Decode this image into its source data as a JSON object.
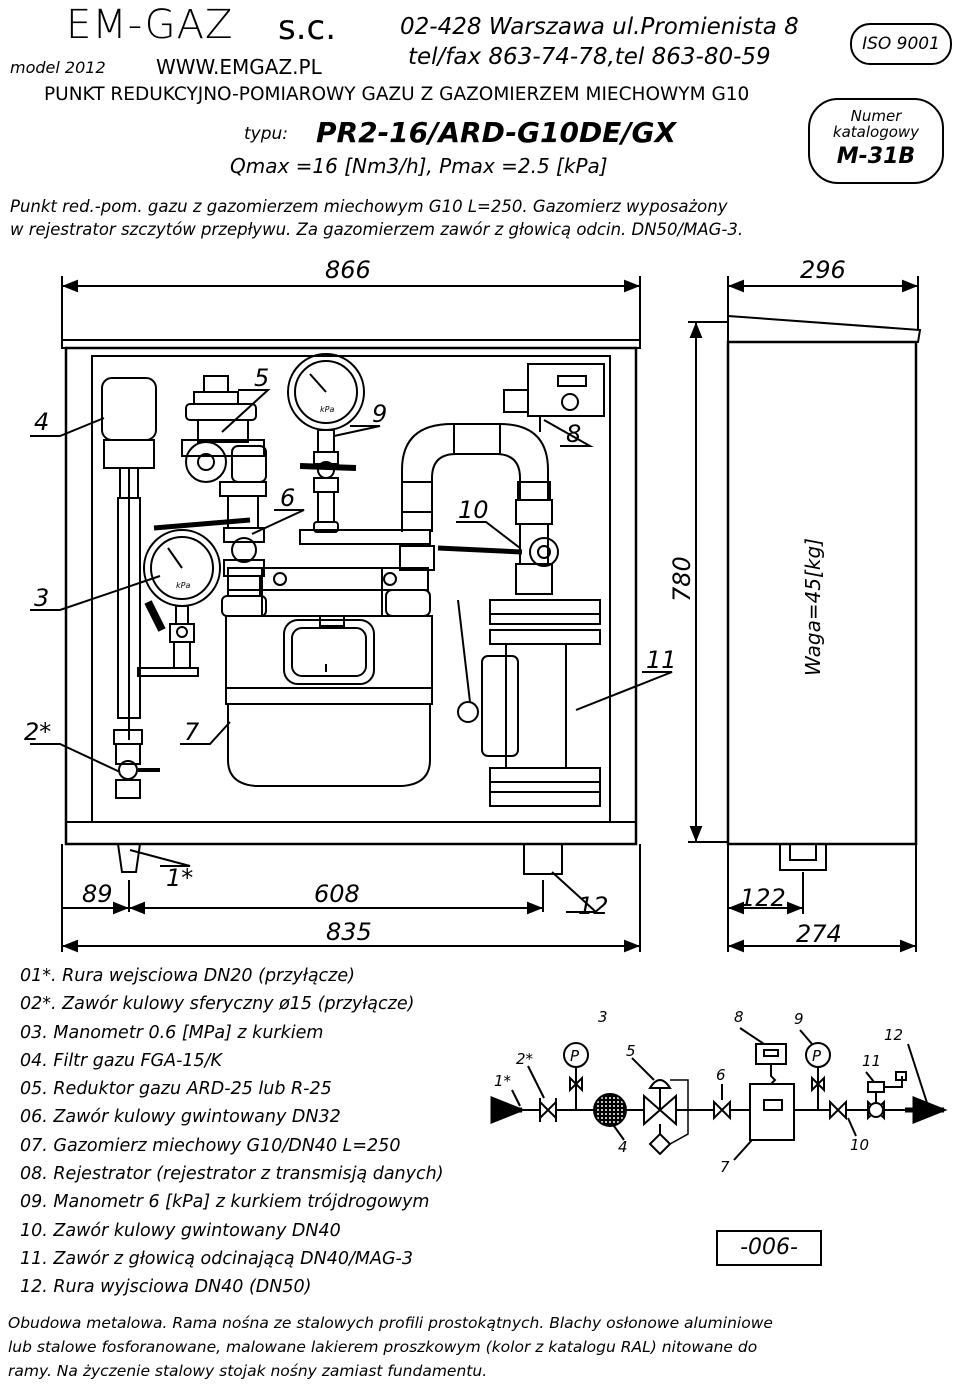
{
  "header": {
    "company": "EM-GAZ",
    "company_suffix": "s.c.",
    "model": "model 2012",
    "website": "WWW.EMGAZ.PL",
    "address": "02-428 Warszawa ul.Promienista 8",
    "phone": "tel/fax 863-74-78,tel 863-80-59",
    "iso": "ISO 9001",
    "title": "PUNKT REDUKCYJNO-POMIAROWY GAZU Z GAZOMIERZEM MIECHOWYM G10",
    "type_label": "typu:",
    "type_value": "PR2-16/ARD-G10DE/GX",
    "params": "Qmax =16 [Nm3/h], Pmax =2.5 [kPa]",
    "catalog_label": "Numer katalogowy",
    "catalog_value": "M-31B"
  },
  "description": [
    "Punkt red.-pom. gazu z gazomierzem miechowym G10 L=250. Gazomierz wyposażony",
    "w rejestrator szczytów przepływu. Za gazomierzem zawór z głowicą odcin. DN50/MAG-3."
  ],
  "dimensions": {
    "width": "866",
    "depth": "296",
    "height": "780",
    "weight": "Waga=45[kg]",
    "left_offset": "89",
    "inlet_spacing": "608",
    "outlet_offset": "12",
    "base_width": "835",
    "side_leg": "122",
    "side_base": "274"
  },
  "callouts": [
    "4",
    "5",
    "9",
    "8",
    "6",
    "10",
    "3",
    "11",
    "2*",
    "7",
    "1*"
  ],
  "parts": [
    "01*. Rura wejsciowa DN20 (przyłącze)",
    "02*. Zawór kulowy sferyczny ø15 (przyłącze)",
    "03. Manometr 0.6 [MPa] z kurkiem",
    "04. Filtr gazu FGA-15/K",
    "05. Reduktor gazu ARD-25 lub R-25",
    "06. Zawór kulowy gwintowany DN32",
    "07. Gazomierz miechowy G10/DN40 L=250",
    "08. Rejestrator (rejestrator z transmisją danych)",
    "09. Manometr 6 [kPa] z kurkiem trójdrogowym",
    "10. Zawór kulowy gwintowany DN40",
    "11. Zawór z głowicą odcinającą DN40/MAG-3",
    "12. Rura wyjsciowa DN40 (DN50)"
  ],
  "schematic": {
    "labels": [
      "3",
      "8",
      "9",
      "12",
      "2*",
      "5",
      "11",
      "1*",
      "6",
      "4",
      "10",
      "7"
    ],
    "gauge_symbol": "P",
    "drawing_no": "-006-"
  },
  "footer": [
    "Obudowa metalowa. Rama nośna ze stalowych profili prostokątnych. Blachy osłonowe aluminiowe",
    "lub stalowe fosforanowane, malowane lakierem proszkowym (kolor z katalogu RAL) nitowane do",
    "ramy. Na życzenie stalowy stojak nośny zamiast fundamentu."
  ]
}
